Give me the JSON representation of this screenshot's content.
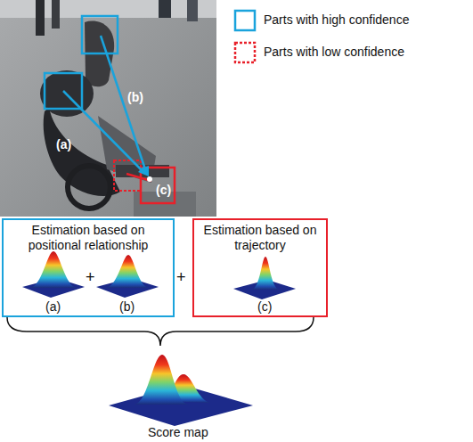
{
  "diagram": {
    "nodes": [
      {
        "text": [
          "Estimation based on positional relationship"
        ]
      },
      {
        "text": [
          "Estimation based on trajectory"
        ]
      }
    ],
    "labels": [
      "(a)",
      "(b)",
      "(c)",
      "(a)",
      "(b)",
      "+",
      "+",
      "(c)",
      "Score map"
    ],
    "legend": [
      {
        "text": "Parts with high confidence"
      },
      {
        "text": "Parts with low confidence"
      }
    ]
  }
}
